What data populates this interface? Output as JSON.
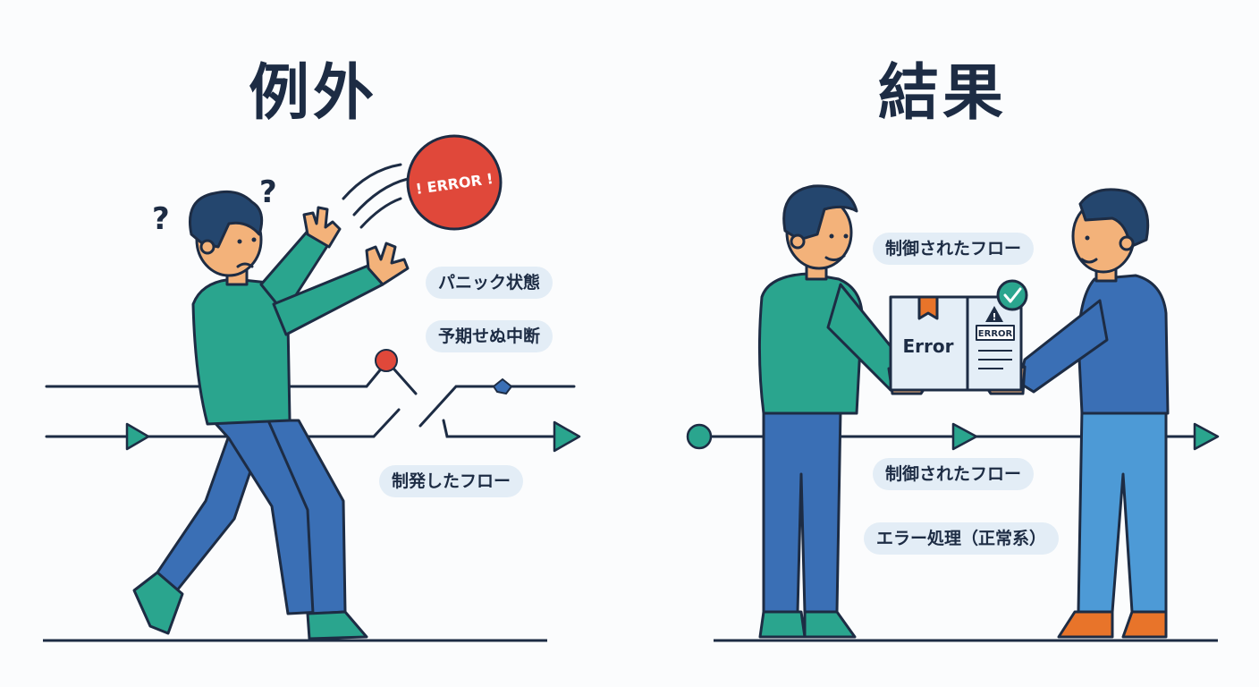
{
  "left": {
    "title": "例外",
    "labels": [
      "パニック状態",
      "予期せぬ中断",
      "制発したフロー"
    ],
    "ball_text": "! ERROR !",
    "question_marks": [
      "?",
      "?"
    ]
  },
  "right": {
    "title": "結果",
    "labels": [
      "制御されたフロー",
      "制御されたフロー",
      "エラー処理（正常系）"
    ],
    "box_text": "Error",
    "box_tag": "ERROR",
    "box_warning": "!"
  },
  "colors": {
    "ink": "#1d2c44",
    "teal": "#2aa58e",
    "blue": "#3a6fb5",
    "light_blue": "#4d9ad6",
    "error_red": "#e0483a",
    "pill_bg": "#e3edf6",
    "orange": "#e8742a"
  },
  "icons": [
    "question-icon",
    "error-ball-icon",
    "arrow-right-icon",
    "check-icon",
    "bookmark-icon",
    "warning-icon",
    "hand-icon"
  ]
}
